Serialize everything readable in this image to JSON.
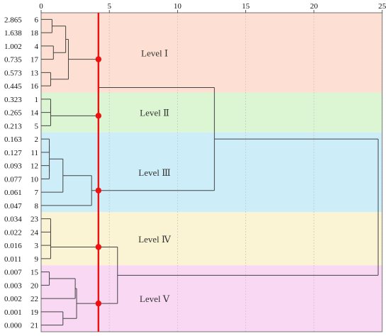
{
  "chart_data": {
    "type": "dendrogram",
    "x_axis": {
      "ticks": [
        0,
        5,
        10,
        15,
        20,
        25
      ],
      "range": [
        0,
        25
      ],
      "position": "top",
      "grid": true
    },
    "rows": [
      {
        "value": "2.865",
        "id": "6"
      },
      {
        "value": "1.638",
        "id": "18"
      },
      {
        "value": "1.002",
        "id": "4"
      },
      {
        "value": "0.735",
        "id": "17"
      },
      {
        "value": "0.573",
        "id": "13"
      },
      {
        "value": "0.445",
        "id": "16"
      },
      {
        "value": "0.323",
        "id": "1"
      },
      {
        "value": "0.265",
        "id": "14"
      },
      {
        "value": "0.213",
        "id": "5"
      },
      {
        "value": "0.163",
        "id": "2"
      },
      {
        "value": "0.127",
        "id": "11"
      },
      {
        "value": "0.093",
        "id": "12"
      },
      {
        "value": "0.077",
        "id": "10"
      },
      {
        "value": "0.061",
        "id": "7"
      },
      {
        "value": "0.047",
        "id": "8"
      },
      {
        "value": "0.034",
        "id": "23"
      },
      {
        "value": "0.022",
        "id": "24"
      },
      {
        "value": "0.016",
        "id": "3"
      },
      {
        "value": "0.011",
        "id": "9"
      },
      {
        "value": "0.007",
        "id": "15"
      },
      {
        "value": "0.003",
        "id": "20"
      },
      {
        "value": "0.002",
        "id": "22"
      },
      {
        "value": "0.001",
        "id": "19"
      },
      {
        "value": "0.000",
        "id": "21"
      }
    ],
    "levels": [
      {
        "label": "Level Ⅰ",
        "first_row": 0,
        "last_row": 5,
        "color": "#fde0d3"
      },
      {
        "label": "Level Ⅱ",
        "first_row": 6,
        "last_row": 8,
        "color": "#dcf5d2"
      },
      {
        "label": "Level Ⅲ",
        "first_row": 9,
        "last_row": 14,
        "color": "#cdeef9"
      },
      {
        "label": "Level Ⅳ",
        "first_row": 15,
        "last_row": 18,
        "color": "#faf3d4"
      },
      {
        "label": "Level Ⅴ",
        "first_row": 19,
        "last_row": 23,
        "color": "#f9d8f3"
      }
    ],
    "cut_line": {
      "distance": 4.2,
      "color": "#ee1111"
    },
    "merges": [
      {
        "a": 0,
        "b": 1,
        "h": 0.8
      },
      {
        "a": "leaf:2",
        "b": "leaf:3",
        "h": 0.9
      },
      {
        "a": "m0",
        "b": "m1",
        "h": 1.8
      },
      {
        "a": "leaf:4",
        "b": "leaf:5",
        "h": 0.7
      },
      {
        "a": "m2",
        "b": "m3",
        "h": 2.0
      },
      {
        "a": "leaf:6",
        "b": "leaf:7",
        "h": 0.7
      },
      {
        "a": "m5",
        "b": "leaf:8",
        "h": 0.7
      },
      {
        "a": "m4",
        "b": "m6",
        "h": 4.2
      },
      {
        "a": "leaf:9",
        "b": "leaf:10",
        "h": 0.6
      },
      {
        "a": "leaf:11",
        "b": "leaf:12",
        "h": 0.6
      },
      {
        "a": "m8",
        "b": "m9",
        "h": 0.6
      },
      {
        "a": "m10",
        "b": "leaf:13",
        "h": 1.6
      },
      {
        "a": "m11",
        "b": "leaf:14",
        "h": 3.7
      },
      {
        "a": "m7",
        "b": "m12",
        "h": 12.7
      },
      {
        "a": "leaf:15",
        "b": "leaf:16",
        "h": 0.7
      },
      {
        "a": "m14",
        "b": "leaf:17",
        "h": 0.7
      },
      {
        "a": "m15",
        "b": "leaf:18",
        "h": 0.7
      },
      {
        "a": "leaf:19",
        "b": "leaf:20",
        "h": 0.6
      },
      {
        "a": "m17",
        "b": "leaf:21",
        "h": 2.5
      },
      {
        "a": "leaf:22",
        "b": "leaf:23",
        "h": 1.6
      },
      {
        "a": "m18",
        "b": "m19",
        "h": 2.6
      },
      {
        "a": "m16",
        "b": "m20",
        "h": 5.6
      },
      {
        "a": "m13",
        "b": "m21",
        "h": 24.7
      }
    ],
    "cut_markers": [
      {
        "merge": "m4",
        "at": "merge"
      },
      {
        "merge": "m6",
        "at": "merge"
      },
      {
        "merge": "m12",
        "at": "merge"
      },
      {
        "merge": "m16",
        "at": "branch"
      },
      {
        "merge": "m20",
        "at": "branch"
      }
    ]
  }
}
